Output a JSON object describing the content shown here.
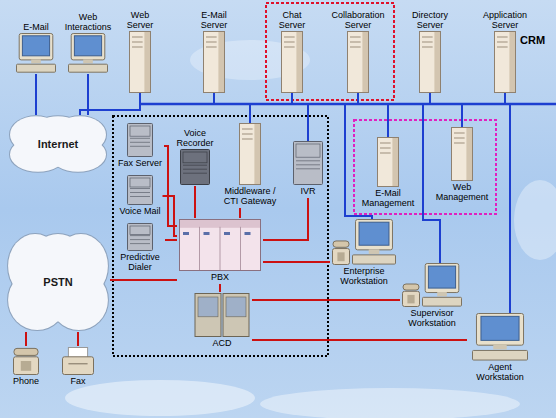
{
  "diagram": {
    "nodes": [
      {
        "text": [
          "E-Mail"
        ]
      },
      {
        "text": [
          "Web Interactions"
        ]
      },
      {
        "text": [
          "Web Server"
        ]
      },
      {
        "text": [
          "E-Mail Server"
        ]
      },
      {
        "text": [
          "Chat Server"
        ]
      },
      {
        "text": [
          "Collaboration Server"
        ]
      },
      {
        "text": [
          "Directory Server"
        ]
      },
      {
        "text": [
          "Application Server"
        ]
      },
      {
        "text": [
          "Internet"
        ]
      },
      {
        "text": [
          "Fax Server"
        ]
      },
      {
        "text": [
          "Voice Recorder"
        ]
      },
      {
        "text": [
          "Middleware / CTI Gateway"
        ]
      },
      {
        "text": [
          "IVR"
        ]
      },
      {
        "text": [
          "E-Mail Management"
        ]
      },
      {
        "text": [
          "Web Management"
        ]
      },
      {
        "text": [
          "Voice Mail"
        ]
      },
      {
        "text": [
          "Predictive Dialer"
        ]
      },
      {
        "text": [
          "PBX"
        ]
      },
      {
        "text": [
          "Enterprise Workstation"
        ]
      },
      {
        "text": [
          "PSTN"
        ]
      },
      {
        "text": [
          "Supervisor Workstation"
        ]
      },
      {
        "text": [
          "ACD"
        ]
      },
      {
        "text": [
          "Agent Workstation"
        ]
      },
      {
        "text": [
          "Phone"
        ]
      },
      {
        "text": [
          "Fax"
        ]
      }
    ],
    "edges": [
      {
        "from": 0,
        "to": 8,
        "arrow": "none"
      },
      {
        "from": 1,
        "to": 8,
        "arrow": "none"
      },
      {
        "from": 8,
        "to": 2,
        "arrow": "none"
      },
      {
        "from": 9,
        "to": 17,
        "arrow": "none"
      },
      {
        "from": 15,
        "to": 17,
        "arrow": "none"
      },
      {
        "from": 16,
        "to": 17,
        "arrow": "none"
      },
      {
        "from": 19,
        "to": 17,
        "arrow": "none"
      },
      {
        "from": 10,
        "to": 17,
        "arrow": "none"
      },
      {
        "from": 11,
        "to": 17,
        "arrow": "none"
      },
      {
        "from": 12,
        "to": 17,
        "arrow": "none"
      },
      {
        "from": 17,
        "to": 21,
        "arrow": "none"
      },
      {
        "from": 17,
        "to": 18,
        "arrow": "none"
      },
      {
        "from": 21,
        "to": 20,
        "arrow": "none"
      },
      {
        "from": 21,
        "to": 22,
        "arrow": "none"
      },
      {
        "from": 19,
        "to": 23,
        "arrow": "none"
      },
      {
        "from": 19,
        "to": 24,
        "arrow": "none"
      }
    ],
    "labels": [
      "CRM"
    ]
  }
}
